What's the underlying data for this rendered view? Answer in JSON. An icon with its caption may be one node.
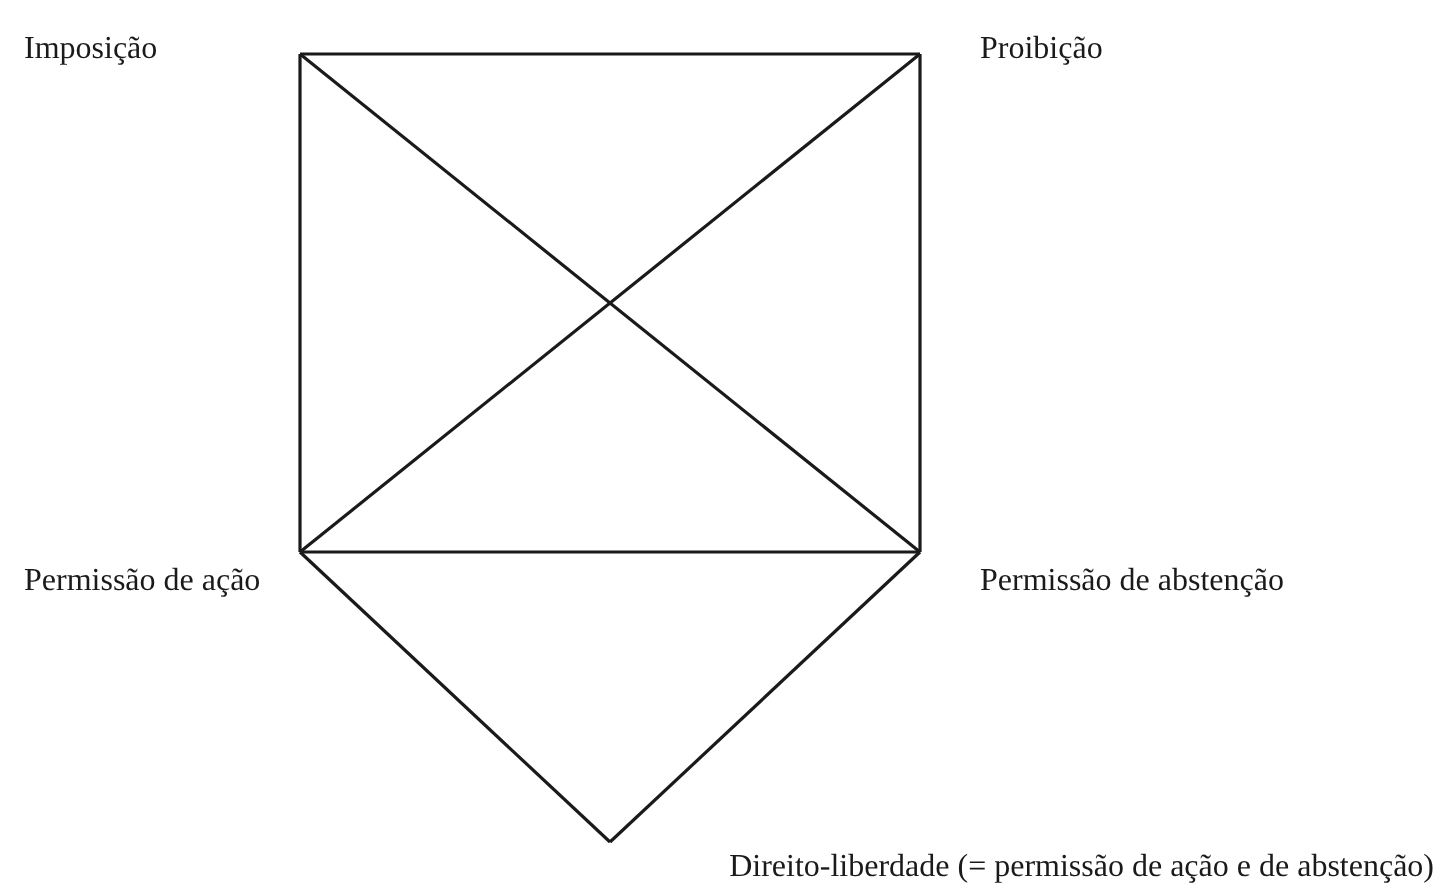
{
  "diagram": {
    "nodes": [
      {
        "text": [
          "Imposição"
        ]
      },
      {
        "text": [
          "Proibição"
        ]
      },
      {
        "text": [
          "Permissão de ação"
        ]
      },
      {
        "text": [
          "Permissão de abstenção"
        ]
      },
      {
        "text": [
          "Direito-liberdade (= permissão de ação e de abstenção)"
        ]
      }
    ],
    "edges": [
      {
        "from": 0,
        "to": 1,
        "arrow": "none"
      },
      {
        "from": 0,
        "to": 2,
        "arrow": "none"
      },
      {
        "from": 1,
        "to": 3,
        "arrow": "none"
      },
      {
        "from": 2,
        "to": 3,
        "arrow": "none"
      },
      {
        "from": 0,
        "to": 3,
        "arrow": "none"
      },
      {
        "from": 1,
        "to": 2,
        "arrow": "none"
      },
      {
        "from": 2,
        "to": 4,
        "arrow": "none"
      },
      {
        "from": 3,
        "to": 4,
        "arrow": "none"
      }
    ]
  }
}
